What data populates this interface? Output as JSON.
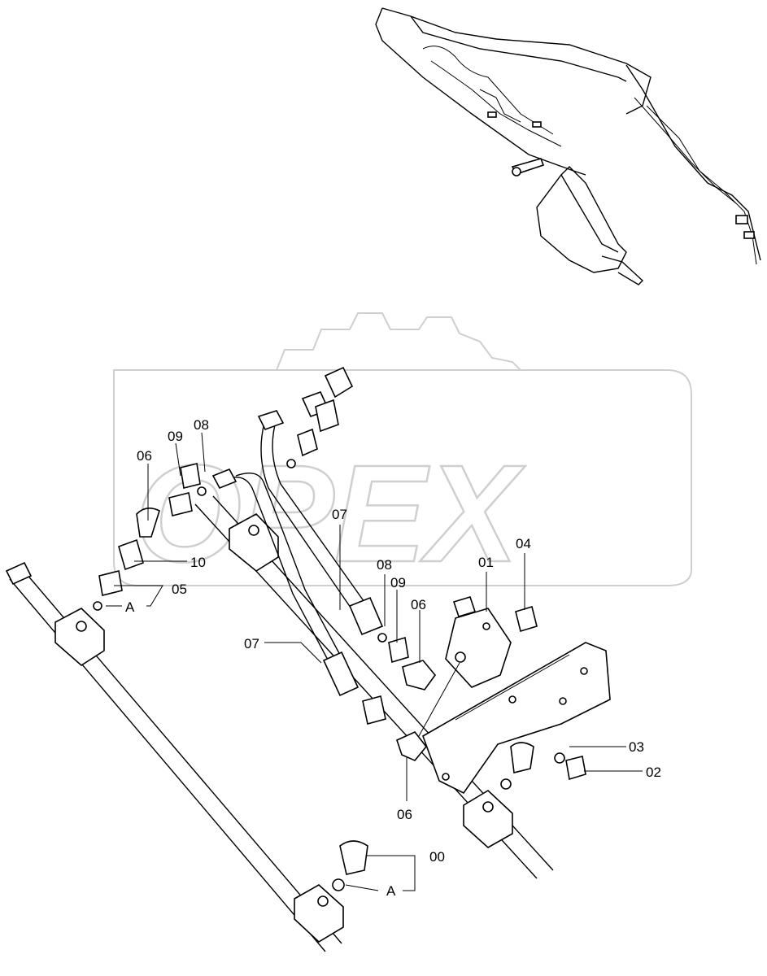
{
  "watermark": {
    "text": "OPEX"
  },
  "corner_mark": "",
  "labels": {
    "p00": "00",
    "p01": "01",
    "p02": "02",
    "p03": "03",
    "p04": "04",
    "p05": "05",
    "p06a": "06",
    "p06b": "06",
    "p06c": "06",
    "p07a": "07",
    "p07b": "07",
    "p08a": "08",
    "p08b": "08",
    "p09a": "09",
    "p09b": "09",
    "p10": "10",
    "refA1": "A",
    "refA2": "A"
  }
}
